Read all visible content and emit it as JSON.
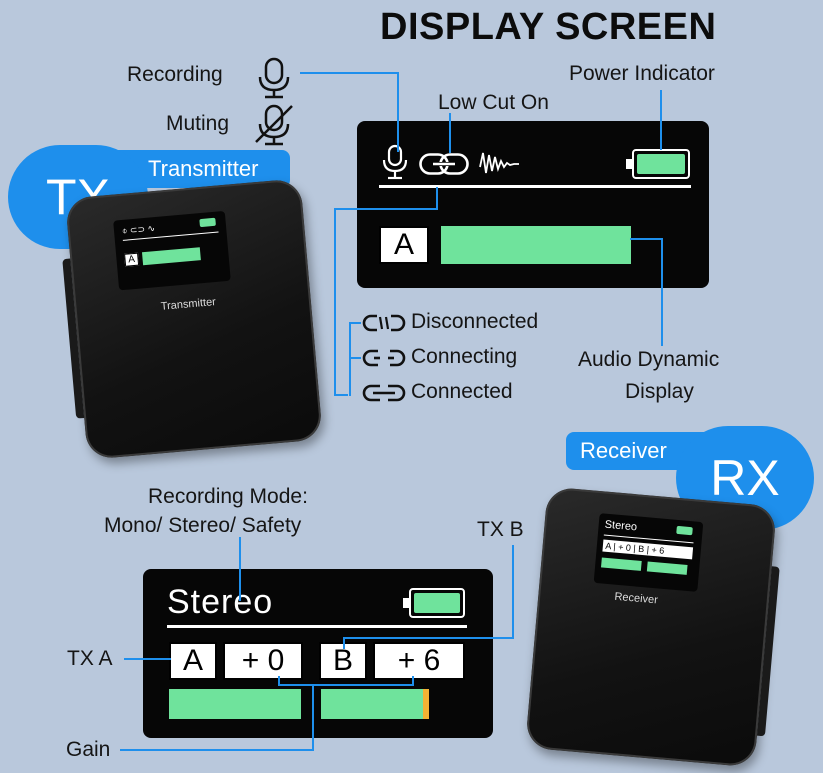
{
  "header": {
    "title": "DISPLAY SCREEN"
  },
  "legend": {
    "recording": "Recording",
    "muting": "Muting",
    "low_cut": "Low Cut On",
    "power": "Power Indicator",
    "disconnected": "Disconnected",
    "connecting": "Connecting",
    "connected": "Connected",
    "audio_dynamic": "Audio Dynamic",
    "audio_display": "Display"
  },
  "tx": {
    "badge": "TX",
    "pill": "Transmitter",
    "screen_channel": "A",
    "device_label": "Transmitter"
  },
  "rx": {
    "badge": "RX",
    "pill": "Receiver",
    "mode_label_line1": "Recording Mode:",
    "mode_label_line2": "Mono/ Stereo/ Safety",
    "tx_a_label": "TX A",
    "tx_b_label": "TX B",
    "gain_label": "Gain",
    "screen_mode": "Stereo",
    "channel_a": "A",
    "gain_a": "+ 0",
    "channel_b": "B",
    "gain_b": "+ 6",
    "device_label": "Receiver",
    "device_mode": "Stereo"
  },
  "colors": {
    "accent_blue": "#1e8fec",
    "meter_green": "#6fe39c",
    "peak_yellow": "#f2b233",
    "screen_black": "#060606"
  }
}
